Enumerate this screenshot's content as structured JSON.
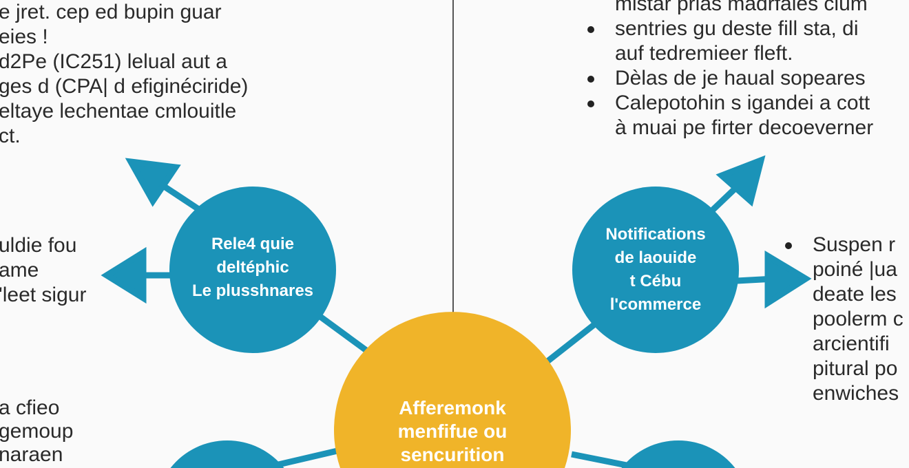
{
  "colors": {
    "teal": "#1b93b8",
    "yellow": "#f0b429",
    "text": "#2a2a2a",
    "background": "#fafafa"
  },
  "left_top_text": [
    "e jret. cep ed bupin guar",
    "eies !",
    "d2Pe (IC251) lelual aut a",
    "ges d (CPA| d efiginéciride)",
    "eltaye lechentae cmlouitle",
    "ct."
  ],
  "left_mid_text": [
    "uldie fou",
    "ame",
    "'leet sigur"
  ],
  "left_bottom_text": [
    "a cfieo",
    "gemoup",
    "naraen"
  ],
  "right_top_first_line": "mistar prias madrfales clum",
  "right_top_bullets": [
    [
      "sentries gu deste fill sta, di",
      "auf tedremieer fleft."
    ],
    [
      "Dèlas de je haual sopeares"
    ],
    [
      "Calepotohin s igandei a cott",
      "à muai pe firter decoeverner"
    ]
  ],
  "right_mid_bullet": [
    "Suspen r",
    "poiné |ua",
    "deate les",
    "poolerm c",
    "arcientifi",
    "pitural po",
    "enwiches"
  ],
  "nodes": {
    "left": [
      "Rele4 quie",
      "deltéphic",
      "Le plusshnares"
    ],
    "right": [
      "Notifications",
      "de laouide",
      "t Cébu",
      "l'commerce"
    ],
    "center": [
      "Afferemonk",
      "menfifue ou",
      "sencurition"
    ]
  }
}
